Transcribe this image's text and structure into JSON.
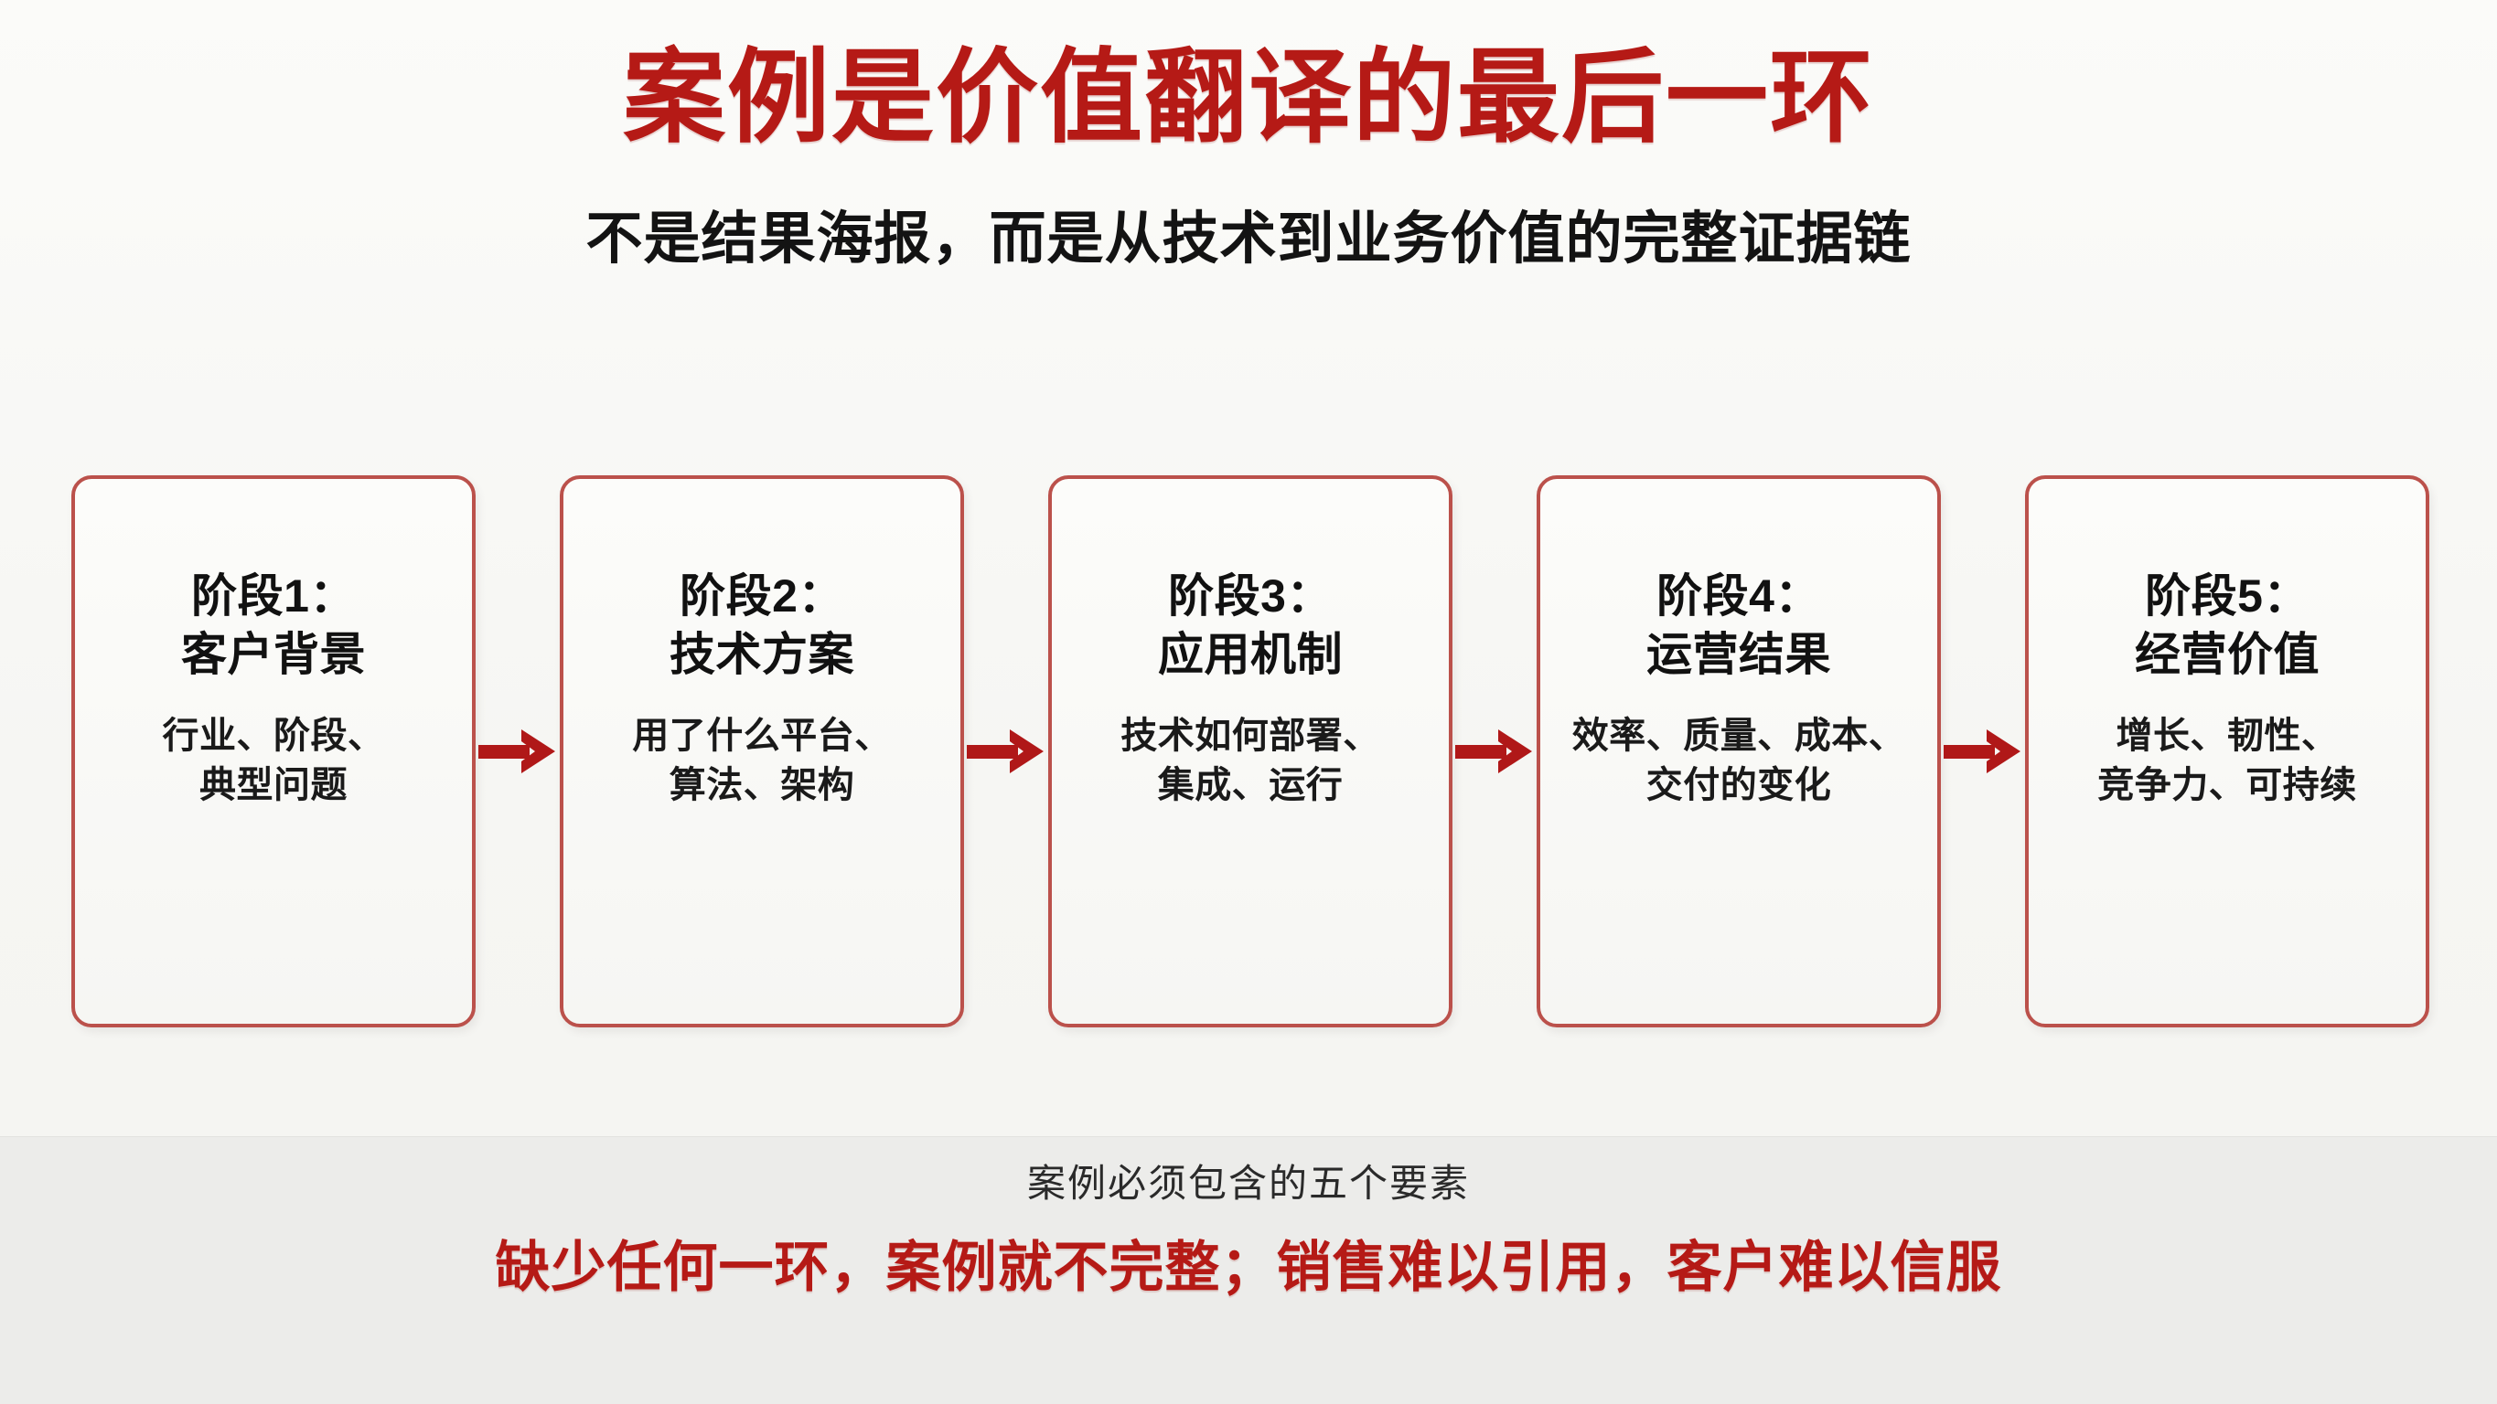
{
  "slide": {
    "title": "案例是价值翻译的最后一环",
    "subtitle": "不是结果海报，而是从技术到业务价值的完整证据链",
    "colors": {
      "accent_red": "#b51a16",
      "card_border": "#bb514b",
      "arrow_red": "#b01818",
      "background": "#f7f7f5",
      "footer_band": "#ececea",
      "heading_dark": "#131313"
    }
  },
  "flow": {
    "arrow_icon": "arrow-right-icon",
    "stages": [
      {
        "head": "阶段1：\n客户背景",
        "desc": "行业、阶段、\n典型问题"
      },
      {
        "head": "阶段2：\n技术方案",
        "desc": "用了什么平台、\n算法、架构"
      },
      {
        "head": "阶段3：\n应用机制",
        "desc": "技术如何部署、\n集成、运行"
      },
      {
        "head": "阶段4：\n运营结果",
        "desc": "效率、质量、成本、\n交付的变化"
      },
      {
        "head": "阶段5：\n经营价值",
        "desc": "增长、韧性、\n竞争力、可持续"
      }
    ]
  },
  "footer": {
    "note": "案例必须包含的五个要素",
    "warning": "缺少任何一环，案例就不完整；销售难以引用，客户难以信服"
  }
}
